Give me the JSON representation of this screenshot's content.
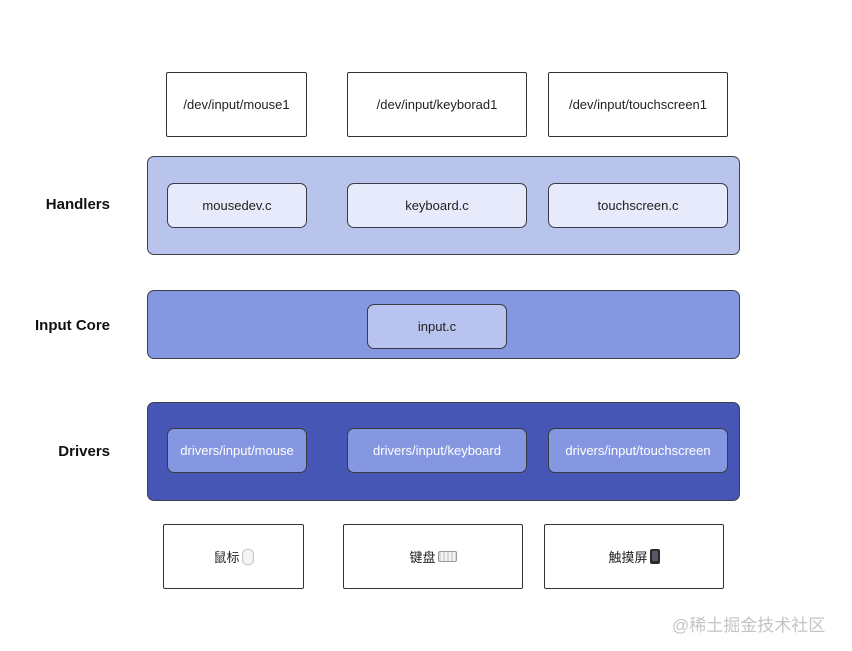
{
  "device_files": [
    {
      "label": "/dev/input/mouse1"
    },
    {
      "label": "/dev/input/keyborad1"
    },
    {
      "label": "/dev/input/touchscreen1"
    }
  ],
  "layers": {
    "handlers": {
      "label": "Handlers",
      "modules": [
        "mousedev.c",
        "keyboard.c",
        "touchscreen.c"
      ],
      "color": "#b8c4ec"
    },
    "input_core": {
      "label": "Input Core",
      "modules": [
        "input.c"
      ],
      "color": "#8597e0"
    },
    "drivers": {
      "label": "Drivers",
      "modules": [
        "drivers/input/mouse",
        "drivers/input/keyboard",
        "drivers/input/touchscreen"
      ],
      "color": "#4656b4"
    }
  },
  "hardware": [
    {
      "label": "鼠标",
      "icon": "mouse-icon"
    },
    {
      "label": "键盘",
      "icon": "keyboard-icon"
    },
    {
      "label": "触摸屏",
      "icon": "phone-icon"
    }
  ],
  "watermark": "@稀土掘金技术社区"
}
